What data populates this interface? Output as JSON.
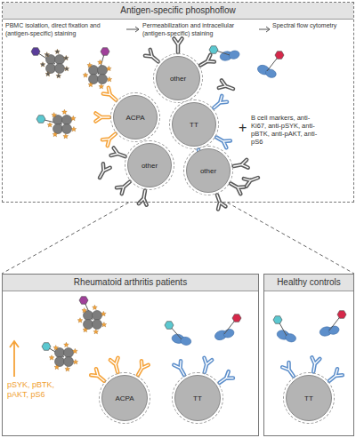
{
  "diagram": {
    "nodes": [
      {
        "text": [
          "Antigen-specific phosphoflow"
        ]
      },
      {
        "text": [
          "other"
        ],
        "in": 0
      },
      {
        "text": [
          "ACPA"
        ],
        "in": 0
      },
      {
        "text": [
          "TT"
        ],
        "in": 0
      },
      {
        "text": [
          "other"
        ],
        "in": 0
      },
      {
        "text": [
          "other"
        ],
        "in": 0
      },
      {
        "text": [
          "Rheumatoid arthritis patients"
        ]
      },
      {
        "text": [
          "ACPA"
        ],
        "in": 6
      },
      {
        "text": [
          "TT"
        ],
        "in": 6
      },
      {
        "text": [
          "Healthy controls"
        ]
      },
      {
        "text": [
          "TT"
        ],
        "in": 9
      }
    ],
    "edges": [
      {
        "from": 0,
        "to": 6,
        "arrow": "none"
      },
      {
        "from": 0,
        "to": 9,
        "arrow": "none"
      }
    ],
    "labels": [
      "PBMC isolation, direct fixation and (antigen-specific) staining",
      "Permeabilization and intracellular (antigen-specific) staining",
      "Spectral flow cytometry",
      "+",
      "B cell markers, anti-Ki67, anti-pSYK, anti-pBTK, anti-pAKT, anti-pS6",
      "pSYK, pBTK, pAKT, pS6"
    ]
  }
}
